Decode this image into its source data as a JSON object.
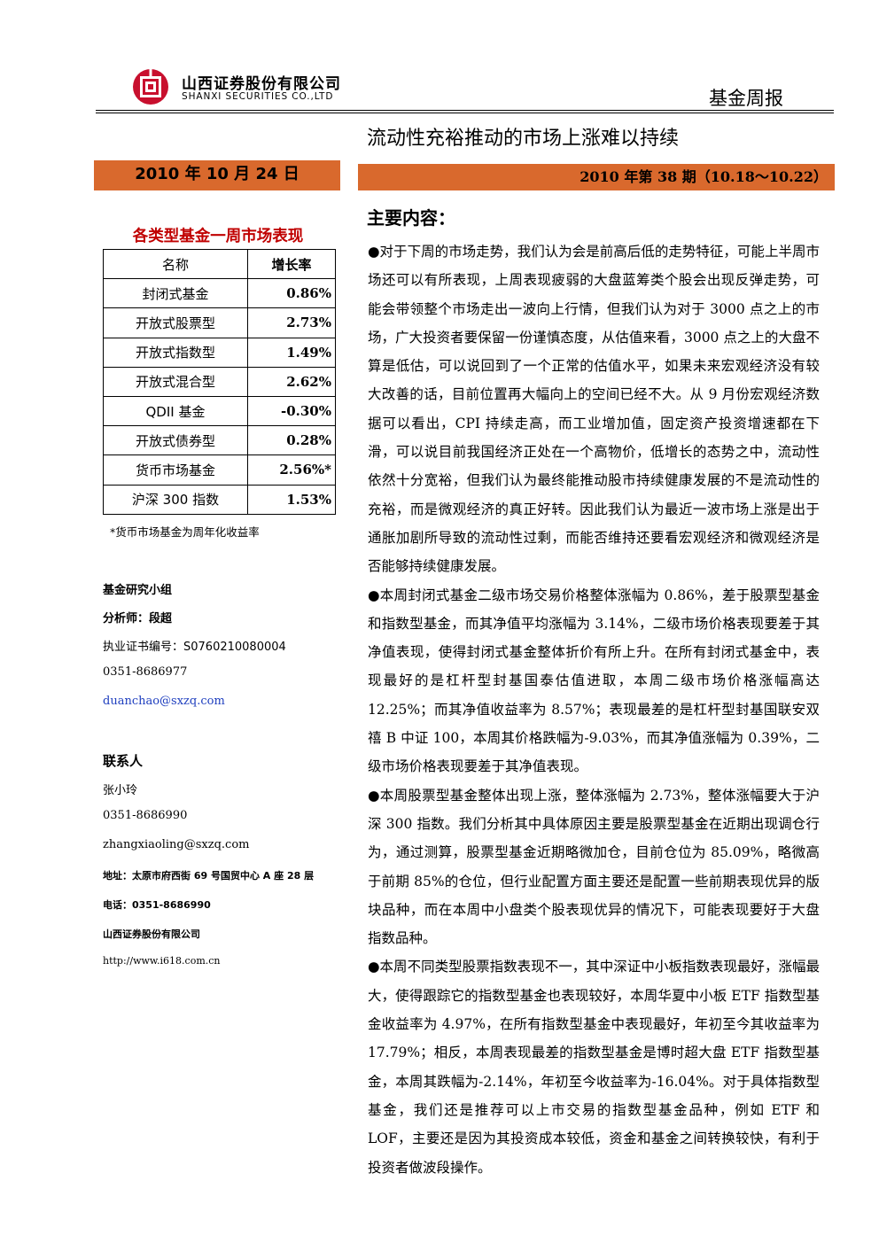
{
  "header": {
    "company_cn": "山西证券股份有限公司",
    "company_en": "SHANXI SECURITIES CO.,LTD",
    "report_type": "基金周报",
    "brand_color": "#c00000"
  },
  "title": "流动性充裕推动的市场上涨难以持续",
  "date": "2010 年 10 月 24 日",
  "issue": "2010 年第 38 期（10.18～10.22）",
  "table": {
    "title": "各类型基金一周市场表现",
    "headers": [
      "名称",
      "增长率"
    ],
    "rows": [
      {
        "name": "封闭式基金",
        "value": "0.86%"
      },
      {
        "name": "开放式股票型",
        "value": "2.73%"
      },
      {
        "name": "开放式指数型",
        "value": "1.49%"
      },
      {
        "name": "开放式混合型",
        "value": "2.62%"
      },
      {
        "name": "QDII 基金",
        "value": "-0.30%"
      },
      {
        "name": "开放式债券型",
        "value": "0.28%"
      },
      {
        "name": "货币市场基金",
        "value": "2.56%*"
      },
      {
        "name": "沪深 300 指数",
        "value": "1.53%"
      }
    ],
    "note": "*货币市场基金为周年化收益率"
  },
  "analyst": {
    "group": "基金研究小组",
    "name": "分析师：段超",
    "cert": "执业证书编号：S0760210080004",
    "phone": "0351-8686977",
    "email": "duanchao@sxzq.com"
  },
  "contact": {
    "heading": "联系人",
    "name": "张小玲",
    "phone": "0351-8686990",
    "email": "zhangxiaoling@sxzq.com",
    "address": "地址：太原市府西街 69 号国贸中心 A 座 28 层",
    "tel": "电话：0351-8686990",
    "company": "山西证券股份有限公司",
    "website": "http://www.i618.com.cn"
  },
  "main": {
    "heading": "主要内容：",
    "paragraphs": [
      "●对于下周的市场走势，我们认为会是前高后低的走势特征，可能上半周市场还可以有所表现，上周表现疲弱的大盘蓝筹类个股会出现反弹走势，可能会带领整个市场走出一波向上行情，但我们认为对于 3000 点之上的市场，广大投资者要保留一份谨慎态度，从估值来看，3000 点之上的大盘不算是低估，可以说回到了一个正常的估值水平，如果未来宏观经济没有较大改善的话，目前位置再大幅向上的空间已经不大。从 9 月份宏观经济数据可以看出，CPI 持续走高，而工业增加值，固定资产投资增速都在下滑，可以说目前我国经济正处在一个高物价，低增长的态势之中，流动性依然十分宽裕，但我们认为最终能推动股市持续健康发展的不是流动性的充裕，而是微观经济的真正好转。因此我们认为最近一波市场上涨是出于通胀加剧所导致的流动性过剩，而能否维持还要看宏观经济和微观经济是否能够持续健康发展。",
      "●本周封闭式基金二级市场交易价格整体涨幅为 0.86%，差于股票型基金和指数型基金，而其净值平均涨幅为 3.14%，二级市场价格表现要差于其净值表现，使得封闭式基金整体折价有所上升。在所有封闭式基金中，表现最好的是杠杆型封基国泰估值进取，本周二级市场价格涨幅高达 12.25%；而其净值收益率为 8.57%；表现最差的是杠杆型封基国联安双禧 B 中证 100，本周其价格跌幅为-9.03%，而其净值涨幅为 0.39%，二级市场价格表现要差于其净值表现。",
      "●本周股票型基金整体出现上涨，整体涨幅为 2.73%，整体涨幅要大于沪深 300 指数。我们分析其中具体原因主要是股票型基金在近期出现调仓行为，通过测算，股票型基金近期略微加仓，目前仓位为 85.09%，略微高于前期 85%的仓位，但行业配置方面主要还是配置一些前期表现优异的版块品种，而在本周中小盘类个股表现优异的情况下，可能表现要好于大盘指数品种。",
      "●本周不同类型股票指数表现不一，其中深证中小板指数表现最好，涨幅最大，使得跟踪它的指数型基金也表现较好，本周华夏中小板 ETF 指数型基金收益率为 4.97%，在所有指数型基金中表现最好，年初至今其收益率为 17.79%；相反，本周表现最差的指数型基金是博时超大盘 ETF 指数型基金，本周其跌幅为-2.14%，年初至今收益率为-16.04%。对于具体指数型基金，我们还是推荐可以上市交易的指数型基金品种，例如 ETF 和 LOF，主要还是因为其投资成本较低，资金和基金之间转换较快，有利于投资者做波段操作。"
    ]
  }
}
